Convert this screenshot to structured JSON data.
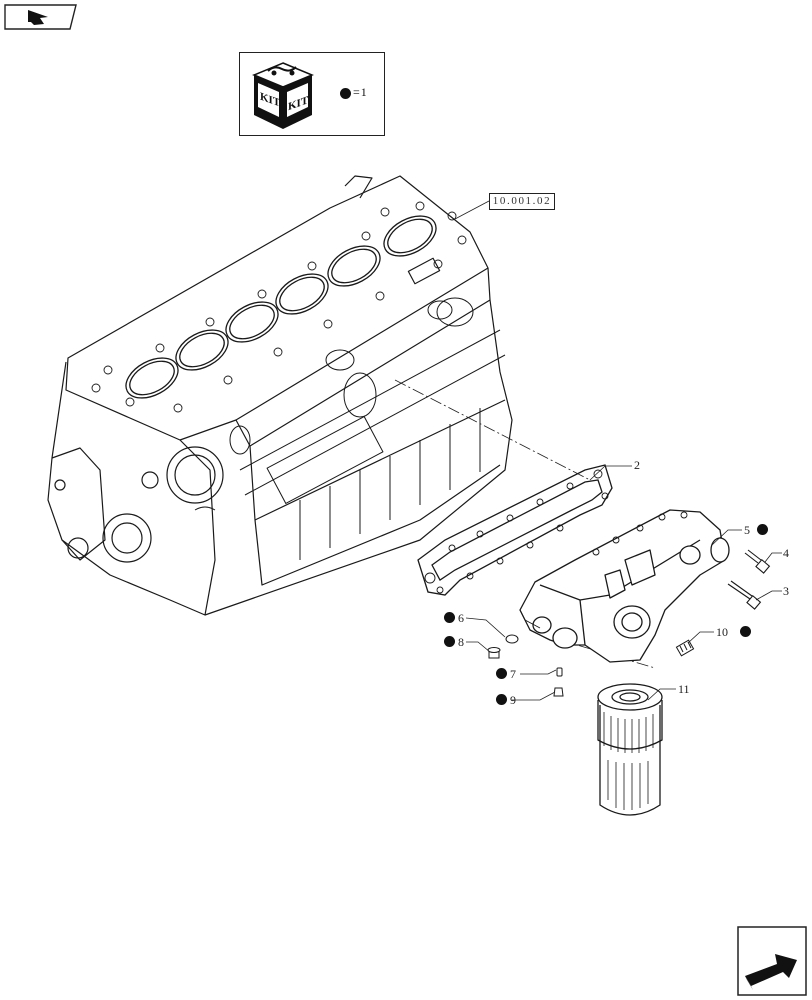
{
  "kit_legend": {
    "equals": "=",
    "number": "1"
  },
  "reference": "10.001.02",
  "callouts": {
    "c1": "2",
    "c2": "5",
    "c3": "4",
    "c4": "3",
    "c5": "10",
    "c6": "6",
    "c7": "8",
    "c8": "7",
    "c9": "9",
    "c10": "11"
  },
  "icons": {
    "top_nav": "previous-page-arrow-icon",
    "kit": "kit-box-icon",
    "kit_marker": "filled-dot-icon",
    "next_nav": "next-page-arrow-icon"
  }
}
